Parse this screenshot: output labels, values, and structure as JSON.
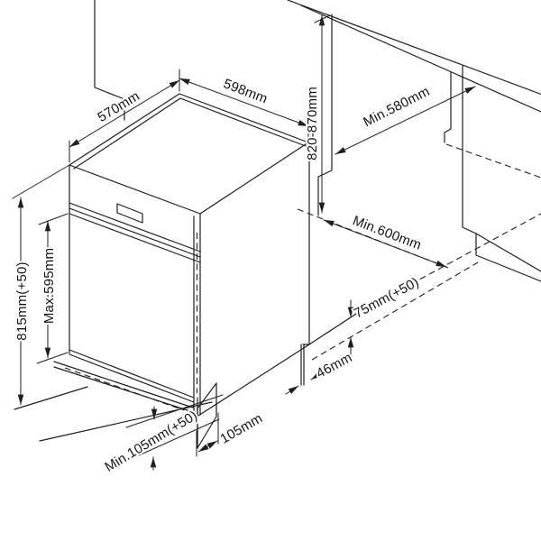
{
  "page": {
    "background": "#ffffff",
    "line_color": "#1f1f1f"
  },
  "dimensions": {
    "depth_top": "570mm",
    "width_top": "598mm",
    "overall_height": "815mm(+50)",
    "door_max_height": "Max.595mm",
    "niche_height": "820-870mm",
    "niche_depth": "Min.580mm",
    "niche_width": "Min.600mm",
    "plinth_clearance": "75mm(+50)",
    "back_bottom_gap": "46mm",
    "plinth_recess_min": "Min.105mm(+50)",
    "plinth_depth": "105mm"
  }
}
